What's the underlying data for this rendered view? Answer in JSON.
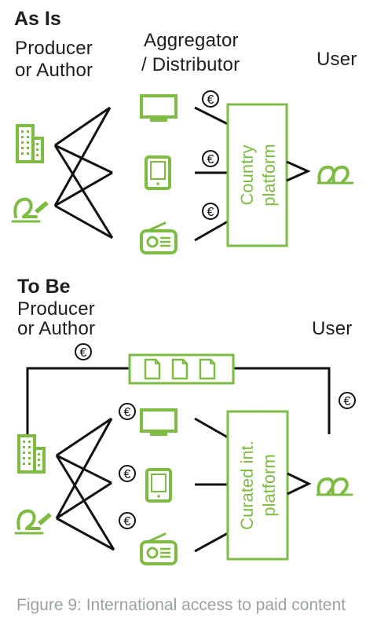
{
  "as_is": {
    "heading": "As Is",
    "producer_label_line1": "Producer",
    "producer_label_line2": "or Author",
    "aggregator_label_line1": "Aggregator",
    "aggregator_label_line2": "/ Distributor",
    "user_label": "User",
    "platform_line1": "Country",
    "platform_line2": "platform",
    "currency_symbol": "€"
  },
  "to_be": {
    "heading": "To Be",
    "producer_label_line1": "Producer",
    "producer_label_line2": "or Author",
    "user_label": "User",
    "platform_line1": "Curated int.",
    "platform_line2": "platform",
    "currency_symbol": "€"
  },
  "caption": "Figure 9: International access to paid content",
  "colors": {
    "accent_green": "#7dbb42",
    "line_black": "#111111",
    "caption_gray": "#9aa0a3"
  },
  "icons": [
    "building-icon",
    "author-pen-icon",
    "tv-icon",
    "tablet-icon",
    "radio-icon",
    "users-icon",
    "document-icon",
    "euro-coin-icon"
  ]
}
